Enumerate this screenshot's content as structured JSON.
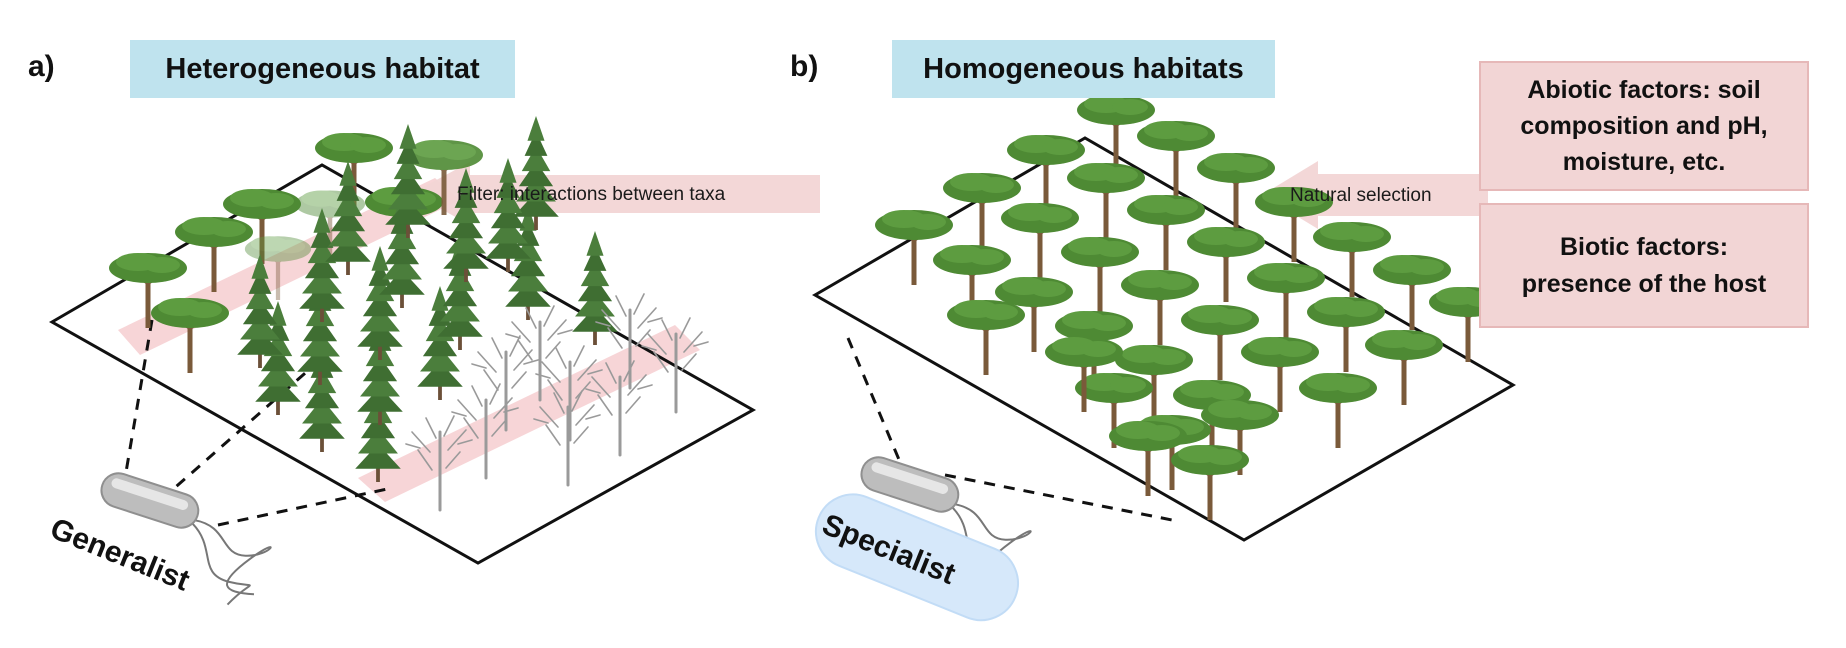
{
  "panel_a": {
    "letter": "a)",
    "title": "Heterogeneous habitat",
    "arrow_label": "Filter: interactions between taxa",
    "microbe_label": "Generalist"
  },
  "panel_b": {
    "letter": "b)",
    "title": "Homogeneous habitats",
    "arrow_label": "Natural selection",
    "microbe_label": "Specialist",
    "factors": [
      {
        "lines": [
          "Abiotic factors:  soil",
          "composition and pH,",
          "moisture, etc."
        ]
      },
      {
        "lines": [
          "Biotic factors:",
          "presence of the host"
        ]
      }
    ]
  },
  "colors": {
    "title_bg": "#bfe3ee",
    "arrow_fill": "#f2d5d5",
    "filter_band": "#f4c7c9",
    "canopy": "#4e8a34",
    "conifer": "#3f6e32",
    "bare_tree": "#9a9a9a",
    "specialist_bg": "#d6e8fa"
  },
  "icons": [
    "umbrella-pine-icon",
    "conifer-icon",
    "bare-tree-icon",
    "bacterium-icon",
    "arrow-left-icon"
  ]
}
